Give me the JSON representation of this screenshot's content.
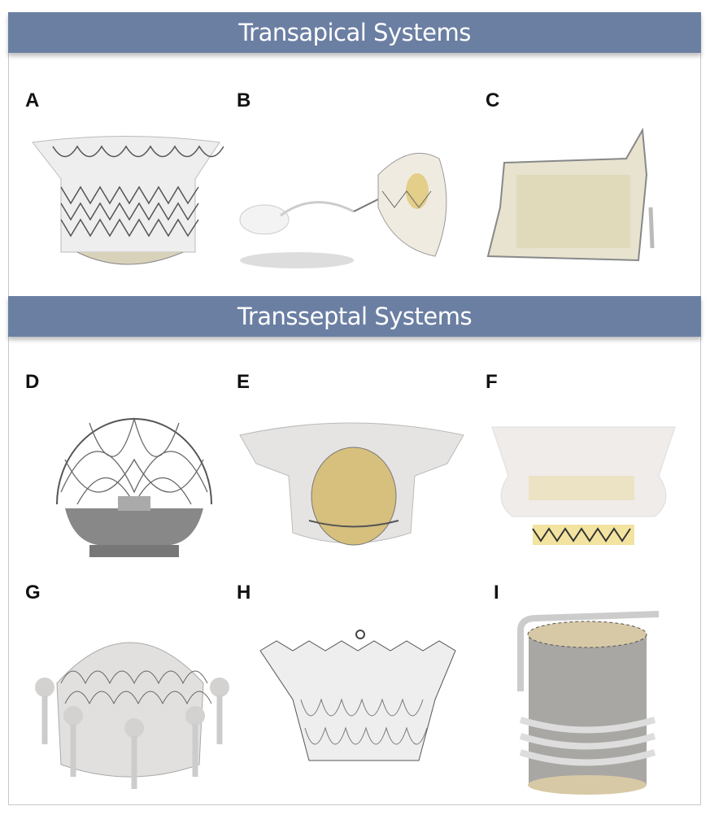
{
  "sections": [
    {
      "title": "Transapical Systems",
      "panels": [
        "A",
        "B",
        "C"
      ]
    },
    {
      "title": "Transseptal Systems",
      "panels": [
        "D",
        "E",
        "F",
        "G",
        "H",
        "I"
      ]
    }
  ],
  "colors": {
    "band": "#6b7fa3",
    "frame": "#8a8a8a",
    "tissue": "#ede9e0",
    "leaflet": "#d9c68a"
  }
}
